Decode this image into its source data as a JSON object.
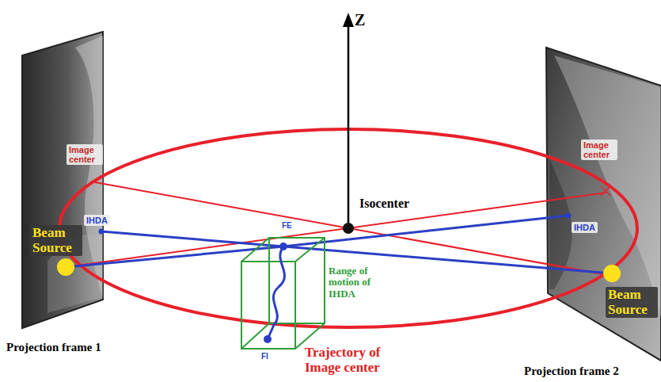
{
  "diagram": {
    "labels": [
      "Z",
      "Isocenter",
      "Image center",
      "Image center",
      "IHDA",
      "IHDA",
      "Beam Source",
      "Beam Source",
      "FE",
      "Range of motion of IHDA",
      "FI",
      "Trajectory of Image center",
      "Projection frame 1",
      "Projection frame 2"
    ]
  }
}
